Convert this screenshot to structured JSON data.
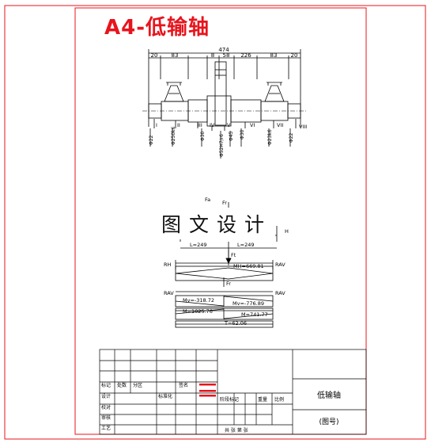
{
  "title": "A4-低输轴",
  "watermark": "图文设计",
  "top_dims": {
    "total": "474",
    "d1": "20",
    "d2": "83",
    "d3": "8",
    "d4": "58",
    "d5": "226",
    "d6": "83",
    "d7": "20"
  },
  "sections": [
    "I",
    "II",
    "III",
    "IV",
    "V",
    "VI",
    "VII",
    "VIII"
  ],
  "diameters": [
    "Φ22",
    "Φ250k6",
    "Φ30",
    "Φ52H7/r6",
    "Φ45",
    "Φ30",
    "Φ23k6",
    "Φ22"
  ],
  "force_diagram": {
    "top_labels": [
      "Fa",
      "Fr"
    ],
    "right_label": "H",
    "dim_left": "L=249",
    "dim_right": "L=249",
    "ft_label": "Ft",
    "fr_label": "Fr",
    "rh_left": "RH",
    "rh_right": "RAV",
    "rv_left": "RAV",
    "rv_right": "RAV",
    "mh": "MH=669.81",
    "mv_left": "Mv=-318.72",
    "mv_right": "Mv=-776.89",
    "m_left": "M=1025.76",
    "m_right": "M=741.77",
    "torque": "T=62.06"
  },
  "title_block": {
    "row_labels": [
      "设计",
      "校对",
      "审核",
      "工艺"
    ],
    "header_labels": [
      "标记",
      "处数",
      "分区",
      "签名"
    ],
    "std": "标准化",
    "stage": "阶段标记",
    "weight": "重量",
    "scale": "比例",
    "part_name": "低输轴",
    "drawing_no": "(图号)",
    "sheets": "共 张 第 张"
  }
}
